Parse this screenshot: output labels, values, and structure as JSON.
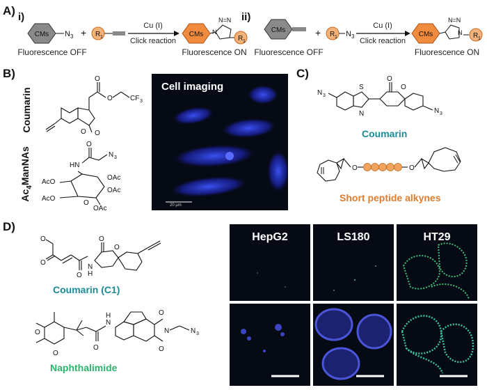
{
  "panel_a": {
    "label": "A)",
    "i_label": "i)",
    "ii_label": "ii)",
    "cms": "CMs",
    "r1": "R",
    "r1_sub": "1",
    "n3": "N",
    "n3_sub": "3",
    "plus": "+",
    "catalyst": "Cu (I)",
    "reaction": "Click reaction",
    "off": "Fluorescence OFF",
    "on": "Fluorescence ON",
    "triazole_n": "N",
    "triazole_nn": "N=N"
  },
  "panel_b": {
    "label": "B)",
    "coumarin": "Coumarin",
    "sugar": "Ac",
    "sugar_sub": "4",
    "sugar_rest": "ManNAs",
    "cf3": "CF",
    "cf3_sub": "3",
    "ac_o": "AcO",
    "oac": "OAc",
    "hn": "HN",
    "o": "O",
    "n3": "N",
    "n3_sub": "3",
    "image_title": "Cell imaging",
    "scale": "20 μm"
  },
  "panel_c": {
    "label": "C)",
    "n3": "N",
    "n3_sub": "3",
    "s": "S",
    "n": "N",
    "o": "O",
    "coumarin": "Coumarin",
    "peptide": "Short peptide alkynes"
  },
  "panel_d": {
    "label": "D)",
    "coumarin": "Coumarin (C1)",
    "naphth": "Naphthalimide",
    "o": "O",
    "h": "H",
    "n": "N",
    "n3": "N",
    "n3_sub": "3",
    "cells": [
      "HepG2",
      "LS180",
      "HT29"
    ]
  },
  "colors": {
    "teal": "#1b8a94",
    "green": "#2bb56a",
    "orange": "#e07b2c",
    "cms_gray": "#8a8a8a",
    "cms_orange": "#f08a3c",
    "blue_cell": "#2e3bd9"
  }
}
